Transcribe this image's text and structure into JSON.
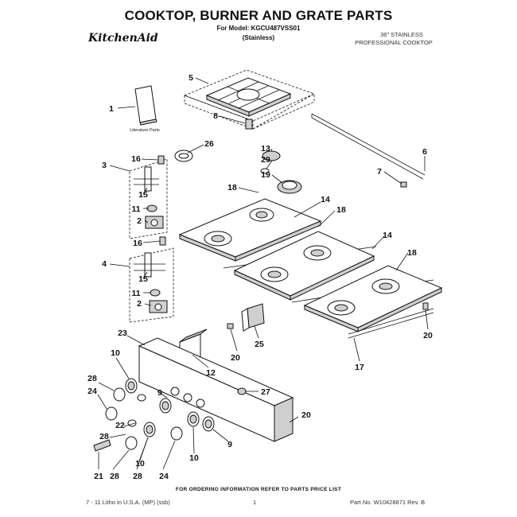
{
  "header": {
    "title": "COOKTOP, BURNER AND GRATE PARTS",
    "model": "For Model: KGCU487VSS01",
    "finish": "(Stainless)",
    "brand": "KitchenAid",
    "description_line1": "36\" STAINLESS",
    "description_line2": "PROFESSIONAL COOKTOP"
  },
  "diagram": {
    "literature_label": "Literature Parts",
    "callouts": {
      "c1": "1",
      "c2a": "2",
      "c2b": "2",
      "c3": "3",
      "c4": "4",
      "c5": "5",
      "c6": "6",
      "c7": "7",
      "c8": "8",
      "c9a": "9",
      "c9b": "9",
      "c10a": "10",
      "c10b": "10",
      "c10c": "10",
      "c11a": "11",
      "c11b": "11",
      "c12": "12",
      "c13": "13",
      "c14a": "14",
      "c14b": "14",
      "c15a": "15",
      "c15b": "15",
      "c16a": "16",
      "c16b": "16",
      "c17": "17",
      "c18a": "18",
      "c18b": "18",
      "c18c": "18",
      "c19": "19",
      "c20a": "20",
      "c20b": "20",
      "c20c": "20",
      "c21": "21",
      "c22": "22",
      "c23": "23",
      "c24a": "24",
      "c24b": "24",
      "c25": "25",
      "c26": "26",
      "c27": "27",
      "c28a": "28",
      "c28b": "28",
      "c28c": "28",
      "c29": "29"
    }
  },
  "footer": {
    "order_note": "FOR ORDERING INFORMATION REFER TO PARTS PRICE LIST",
    "printed": "7 - 11  Litho in U.S.A. (MP) (ssb)",
    "page": "1",
    "part_number": "Part No. W10428871 Rev. B"
  }
}
